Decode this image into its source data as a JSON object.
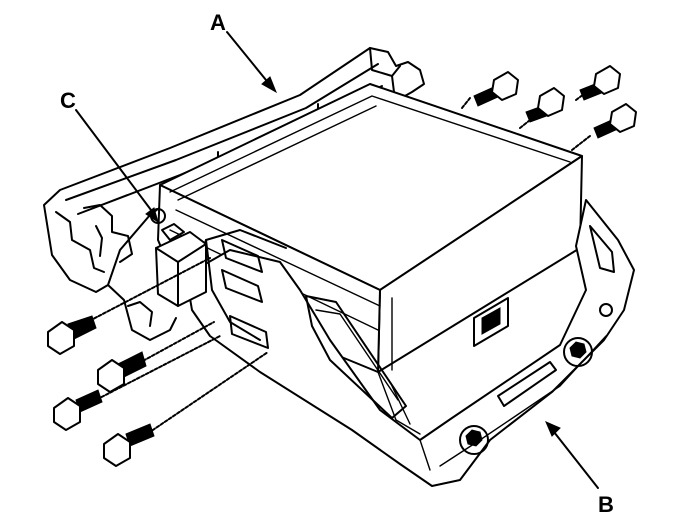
{
  "callouts": {
    "a": {
      "label": "A"
    },
    "b": {
      "label": "B"
    },
    "c": {
      "label": "C"
    }
  },
  "colors": {
    "ink": "#000000",
    "background": "#ffffff"
  }
}
